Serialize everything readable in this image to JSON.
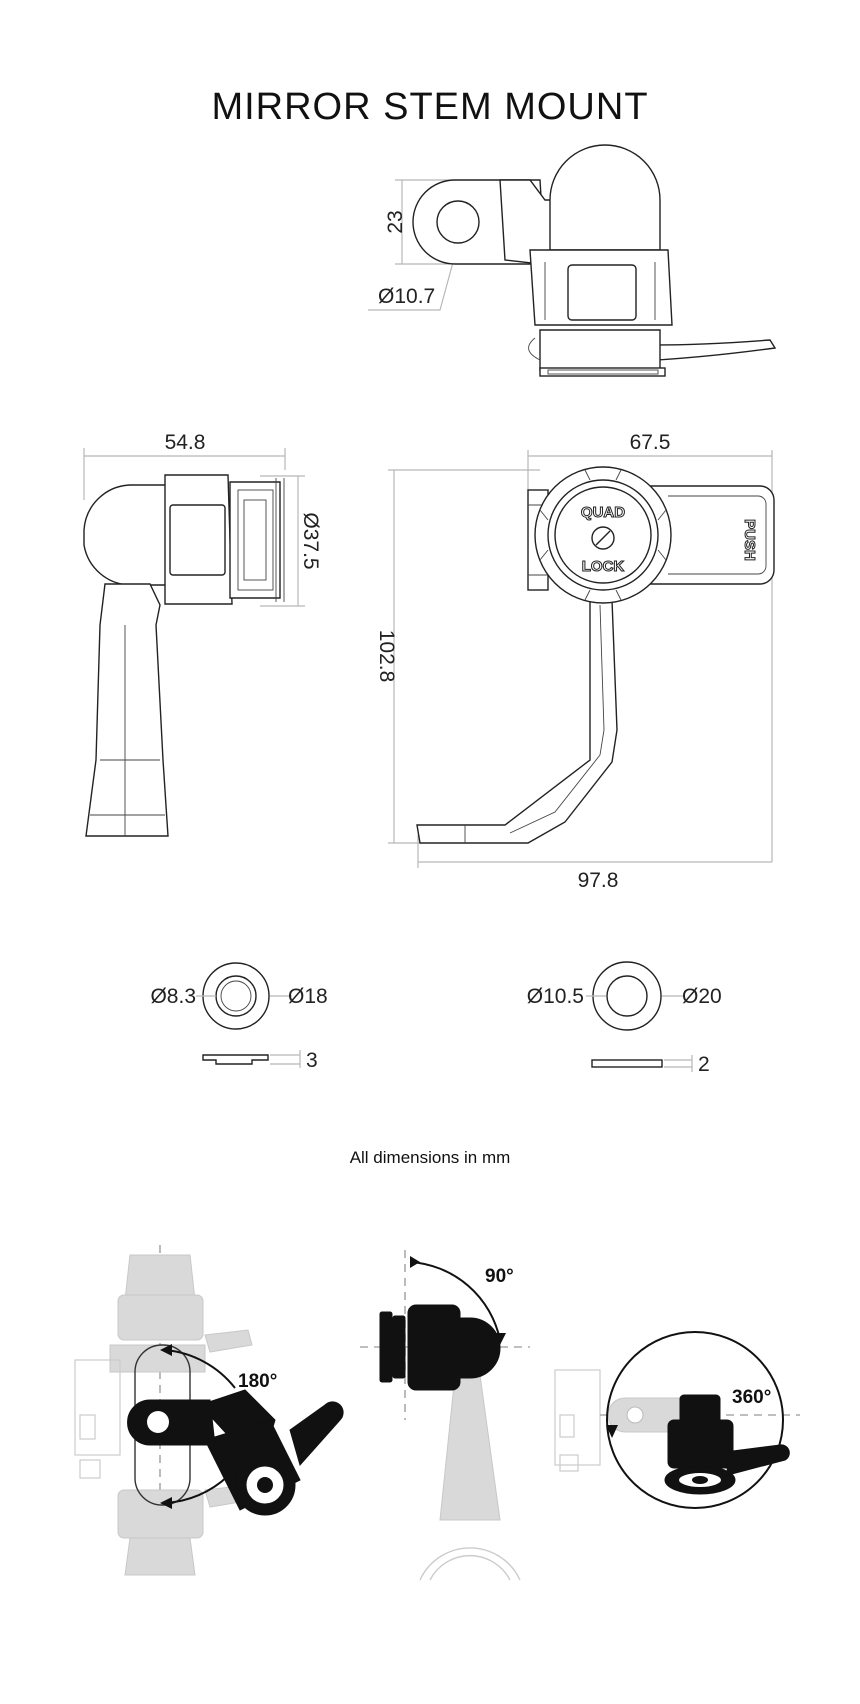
{
  "title": "MIRROR STEM MOUNT",
  "note": "All dimensions in mm",
  "dimensions": {
    "top_height": "23",
    "top_hole": "Ø10.7",
    "side_width": "54.8",
    "side_diameter": "Ø37.5",
    "front_width": "67.5",
    "front_height": "102.8",
    "front_total_width": "97.8",
    "washer1_inner": "Ø8.3",
    "washer1_outer": "Ø18",
    "washer1_thickness": "3",
    "washer2_inner": "Ø10.5",
    "washer2_outer": "Ø20",
    "washer2_thickness": "2"
  },
  "logo_text": {
    "top": "QUAD",
    "bottom": "LOCK",
    "push": "PUSH"
  },
  "rotations": {
    "left": "180°",
    "middle": "90°",
    "right": "360°"
  }
}
